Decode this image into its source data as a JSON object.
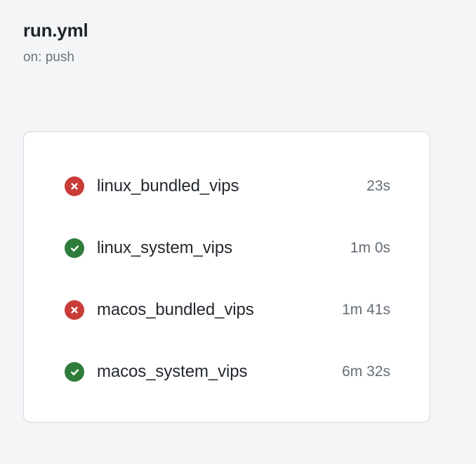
{
  "header": {
    "title": "run.yml",
    "trigger": "on: push"
  },
  "colors": {
    "page_background": "#f4f5f7",
    "card_background": "#ffffff",
    "card_border": "#d5d9df",
    "title_text": "#1f2328",
    "subtitle_text": "#6b727c",
    "job_name_text": "#24292f",
    "duration_text": "#656d76",
    "status_success": "#2f7d3a",
    "status_failure": "#c93c38"
  },
  "jobs": [
    {
      "name": "linux_bundled_vips",
      "duration": "23s",
      "status": "failure",
      "status_icon": "x-circle-icon"
    },
    {
      "name": "linux_system_vips",
      "duration": "1m 0s",
      "status": "success",
      "status_icon": "check-circle-icon"
    },
    {
      "name": "macos_bundled_vips",
      "duration": "1m 41s",
      "status": "failure",
      "status_icon": "x-circle-icon"
    },
    {
      "name": "macos_system_vips",
      "duration": "6m 32s",
      "status": "success",
      "status_icon": "check-circle-icon"
    }
  ]
}
